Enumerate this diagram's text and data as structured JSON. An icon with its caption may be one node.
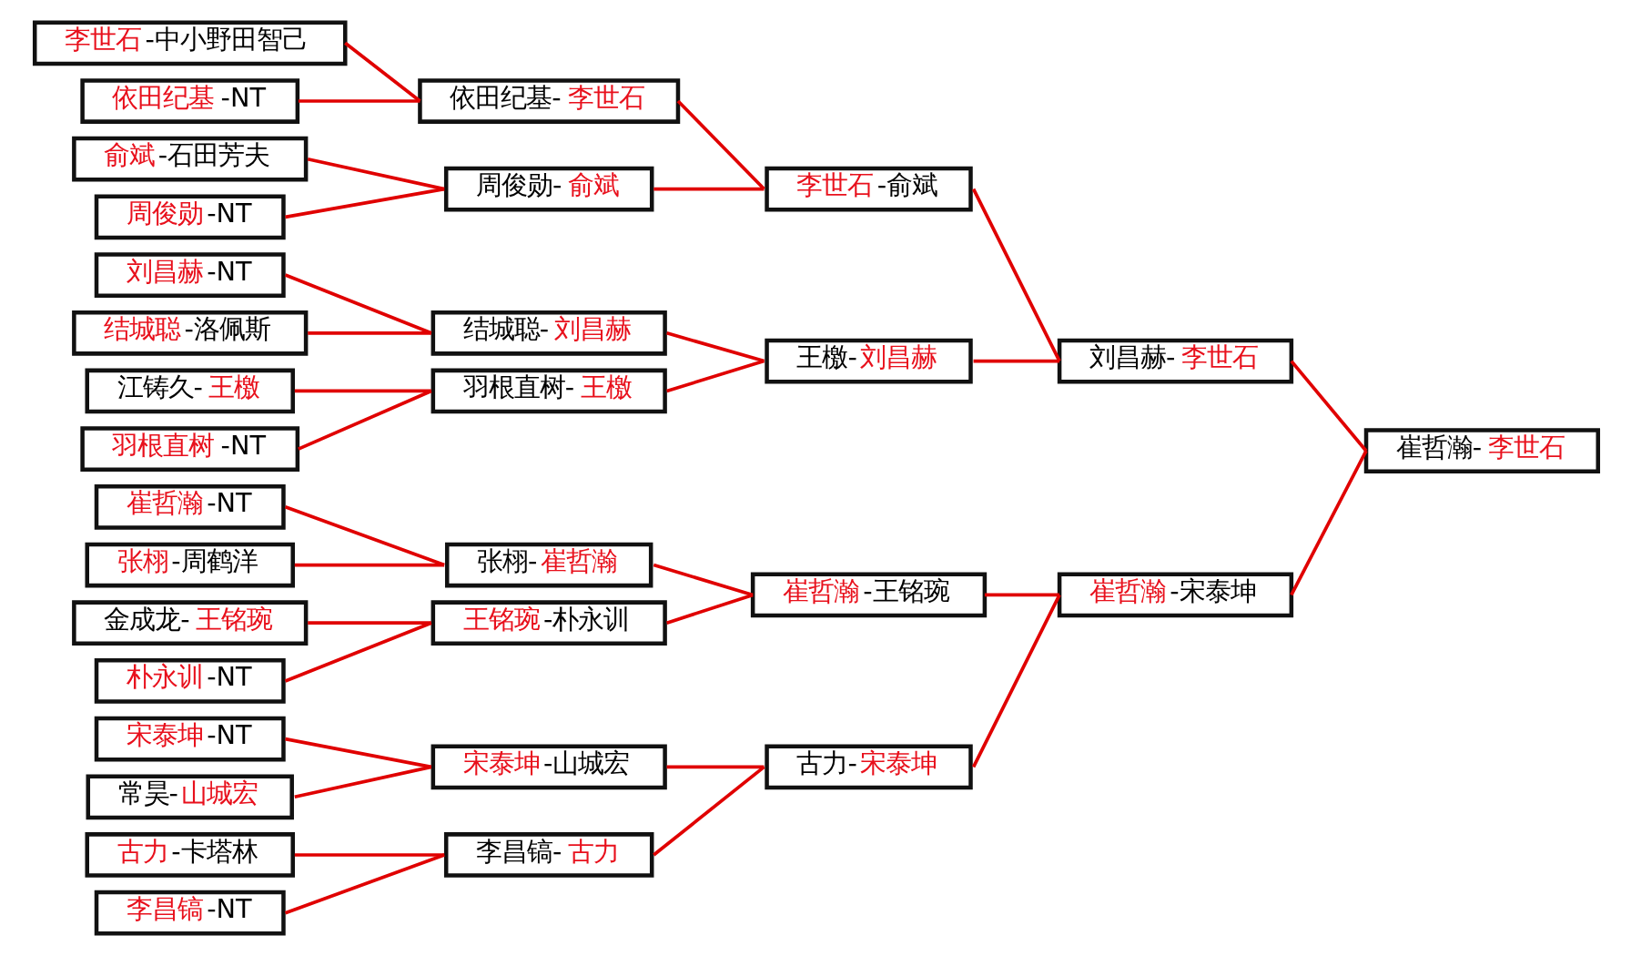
{
  "diagram": {
    "nodes": [
      {
        "text": [
          "李世石-中小野田智己"
        ]
      },
      {
        "text": [
          "依田纪基-NT"
        ]
      },
      {
        "text": [
          "俞斌-石田芳夫"
        ]
      },
      {
        "text": [
          "周俊勋-NT"
        ]
      },
      {
        "text": [
          "刘昌赫-NT"
        ]
      },
      {
        "text": [
          "结城聪-洛佩斯"
        ]
      },
      {
        "text": [
          "江铸久-王檄"
        ]
      },
      {
        "text": [
          "羽根直树-NT"
        ]
      },
      {
        "text": [
          "崔哲瀚-NT"
        ]
      },
      {
        "text": [
          "张栩-周鹤洋"
        ]
      },
      {
        "text": [
          "金成龙-王铭琬"
        ]
      },
      {
        "text": [
          "朴永训-NT"
        ]
      },
      {
        "text": [
          "宋泰坤-NT"
        ]
      },
      {
        "text": [
          "常昊-山城宏"
        ]
      },
      {
        "text": [
          "古力-卡塔林"
        ]
      },
      {
        "text": [
          "李昌镐-NT"
        ]
      },
      {
        "text": [
          "依田纪基-李世石"
        ]
      },
      {
        "text": [
          "周俊勋-俞斌"
        ]
      },
      {
        "text": [
          "结城聪-刘昌赫"
        ]
      },
      {
        "text": [
          "羽根直树-王檄"
        ]
      },
      {
        "text": [
          "张栩-崔哲瀚"
        ]
      },
      {
        "text": [
          "王铭琬-朴永训"
        ]
      },
      {
        "text": [
          "宋泰坤-山城宏"
        ]
      },
      {
        "text": [
          "李昌镐-古力"
        ]
      },
      {
        "text": [
          "李世石-俞斌"
        ]
      },
      {
        "text": [
          "王檄-刘昌赫"
        ]
      },
      {
        "text": [
          "崔哲瀚-王铭琬"
        ]
      },
      {
        "text": [
          "古力-宋泰坤"
        ]
      },
      {
        "text": [
          "刘昌赫-李世石"
        ]
      },
      {
        "text": [
          "崔哲瀚-宋泰坤"
        ]
      },
      {
        "text": [
          "崔哲瀚-李世石"
        ]
      }
    ],
    "edges": [
      {
        "from": 0,
        "to": 16,
        "arrow": "none"
      },
      {
        "from": 1,
        "to": 16,
        "arrow": "none"
      },
      {
        "from": 2,
        "to": 17,
        "arrow": "none"
      },
      {
        "from": 3,
        "to": 17,
        "arrow": "none"
      },
      {
        "from": 4,
        "to": 18,
        "arrow": "none"
      },
      {
        "from": 5,
        "to": 18,
        "arrow": "none"
      },
      {
        "from": 6,
        "to": 19,
        "arrow": "none"
      },
      {
        "from": 7,
        "to": 19,
        "arrow": "none"
      },
      {
        "from": 8,
        "to": 20,
        "arrow": "none"
      },
      {
        "from": 9,
        "to": 20,
        "arrow": "none"
      },
      {
        "from": 10,
        "to": 21,
        "arrow": "none"
      },
      {
        "from": 11,
        "to": 21,
        "arrow": "none"
      },
      {
        "from": 12,
        "to": 22,
        "arrow": "none"
      },
      {
        "from": 13,
        "to": 22,
        "arrow": "none"
      },
      {
        "from": 14,
        "to": 23,
        "arrow": "none"
      },
      {
        "from": 15,
        "to": 23,
        "arrow": "none"
      },
      {
        "from": 16,
        "to": 24,
        "arrow": "none"
      },
      {
        "from": 17,
        "to": 24,
        "arrow": "none"
      },
      {
        "from": 18,
        "to": 25,
        "arrow": "none"
      },
      {
        "from": 19,
        "to": 25,
        "arrow": "none"
      },
      {
        "from": 20,
        "to": 26,
        "arrow": "none"
      },
      {
        "from": 21,
        "to": 26,
        "arrow": "none"
      },
      {
        "from": 22,
        "to": 27,
        "arrow": "none"
      },
      {
        "from": 23,
        "to": 27,
        "arrow": "none"
      },
      {
        "from": 24,
        "to": 28,
        "arrow": "none"
      },
      {
        "from": 25,
        "to": 28,
        "arrow": "none"
      },
      {
        "from": 26,
        "to": 29,
        "arrow": "none"
      },
      {
        "from": 27,
        "to": 29,
        "arrow": "none"
      },
      {
        "from": 28,
        "to": 30,
        "arrow": "none"
      },
      {
        "from": 29,
        "to": 30,
        "arrow": "none"
      }
    ]
  }
}
